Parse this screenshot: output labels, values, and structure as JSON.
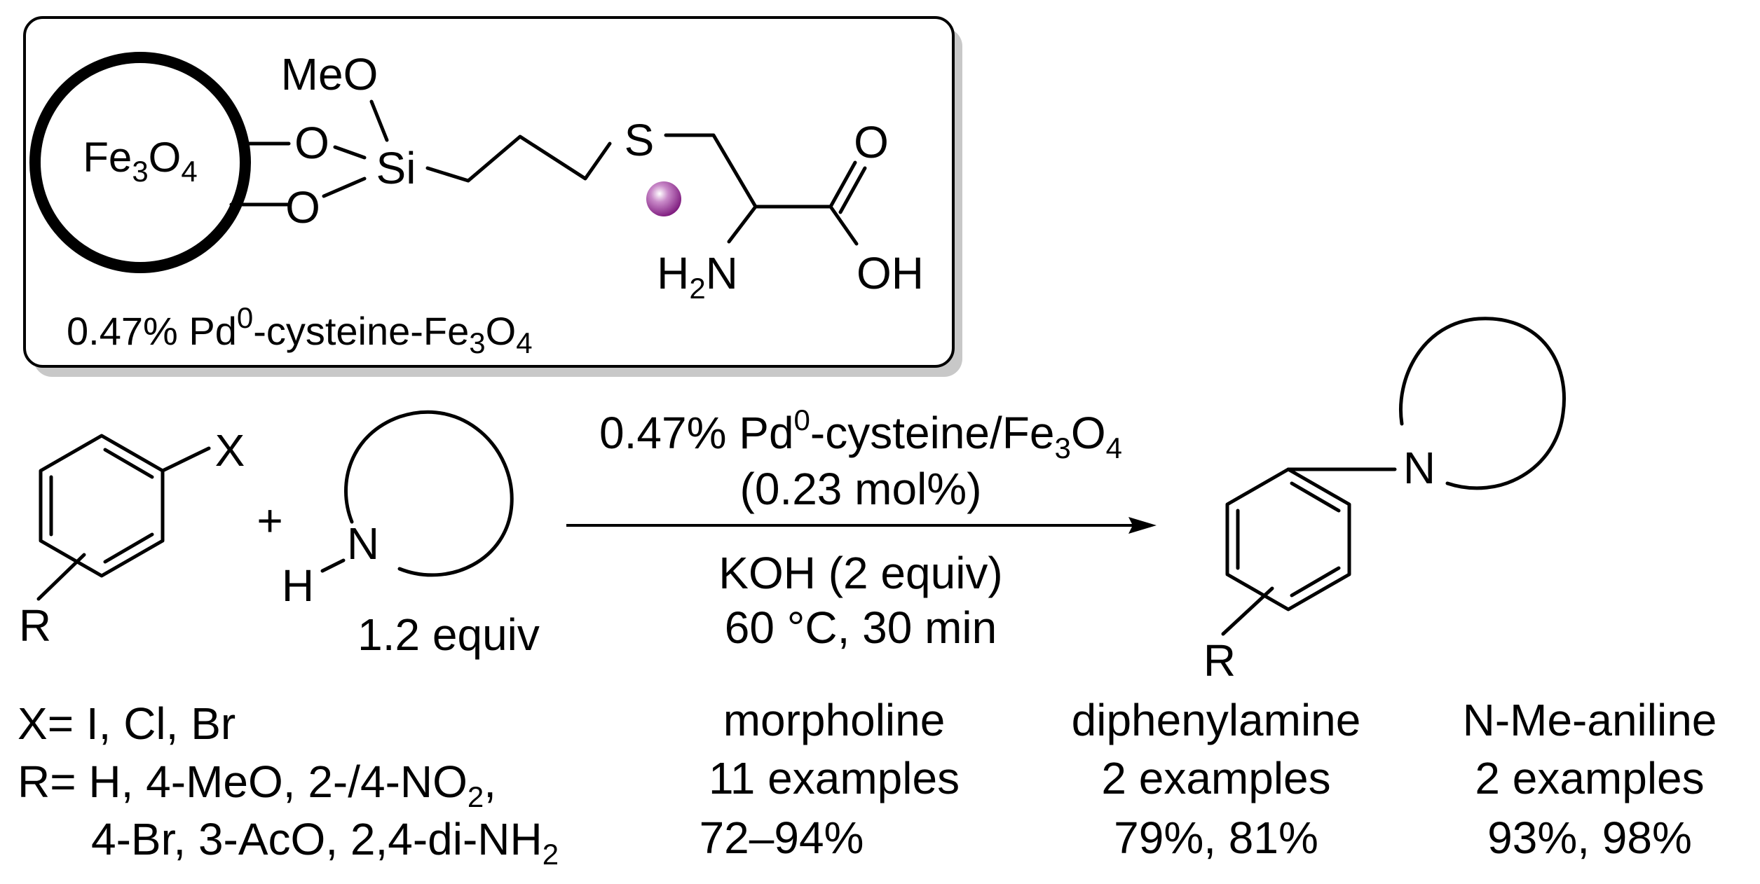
{
  "catalyst_box": {
    "particle": "Fe3O4",
    "particle_parts": {
      "main1": "Fe",
      "sub1": "3",
      "main2": "O",
      "sub2": "4"
    },
    "atom_meo": "MeO",
    "atom_o_top": "O",
    "atom_o_bottom": "O",
    "atom_si": "Si",
    "atom_s": "S",
    "atom_o_carbonyl": "O",
    "atom_oh": "OH",
    "atom_h2n": {
      "main1": "H",
      "sub": "2",
      "main2": "N"
    },
    "caption": {
      "prefix": "0.47% Pd",
      "sup": "0",
      "mid": "-cysteine-Fe",
      "sub1": "3",
      "mid2": "O",
      "sub2": "4"
    },
    "pd_color": "#8B1E8B"
  },
  "reaction": {
    "aryl_x_label": "X",
    "aryl_r_label": "R",
    "plus": "+",
    "amine_n": "N",
    "amine_h": "H",
    "amine_equiv": "1.2 equiv",
    "conditions_line1": {
      "prefix": "0.47% Pd",
      "sup": "0",
      "mid": "-cysteine/Fe",
      "sub1": "3",
      "mid2": "O",
      "sub2": "4"
    },
    "conditions_line2": "(0.23 mol%)",
    "conditions_line3": "KOH (2 equiv)",
    "conditions_line4": "60 °C, 30 min",
    "product_n": "N",
    "product_r": "R"
  },
  "scope": {
    "x_line": "X= I, Cl, Br",
    "r_line1": {
      "text": "R= H, 4-MeO, 2-/4-NO",
      "sub": "2",
      "tail": ","
    },
    "r_line2": {
      "text": "4-Br, 3-AcO, 2,4-di-NH",
      "sub": "2"
    },
    "columns": [
      {
        "name": "morpholine",
        "count": "11 examples",
        "yield": "72–94%"
      },
      {
        "name": "diphenylamine",
        "count": "2 examples",
        "yield": "79%, 81%"
      },
      {
        "name": "N-Me-aniline",
        "count": "2 examples",
        "yield": "93%, 98%"
      }
    ]
  }
}
